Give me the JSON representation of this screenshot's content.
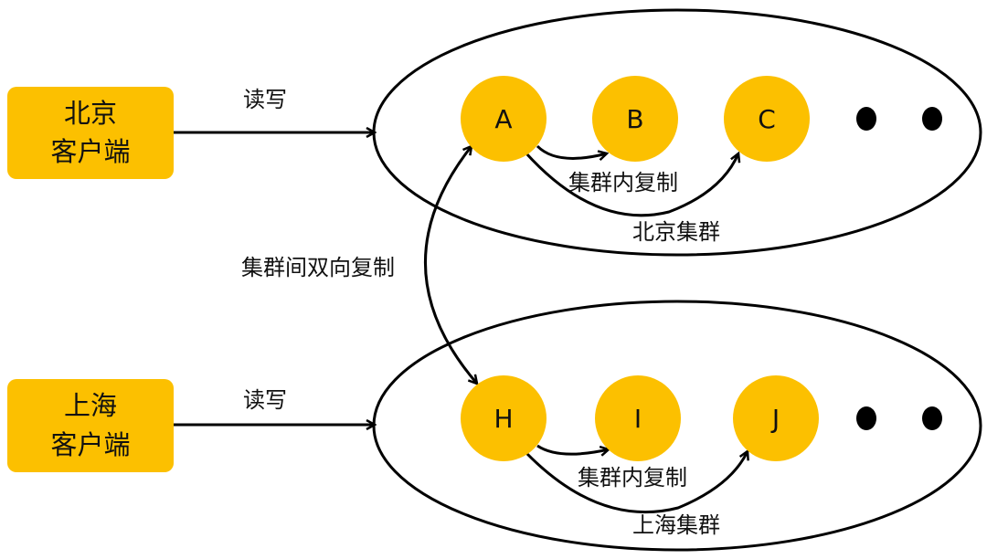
{
  "colors": {
    "node_fill": "#fcc000",
    "line": "#000000",
    "text": "#111111",
    "background": "#ffffff"
  },
  "clients": {
    "beijing": {
      "line1": "北京",
      "line2": "客户端"
    },
    "shanghai": {
      "line1": "上海",
      "line2": "客户端"
    }
  },
  "edges": {
    "rw_beijing": "读写",
    "rw_shanghai": "读写",
    "inter_cluster": "集群间双向复制",
    "intra_beijing": "集群内复制",
    "intra_shanghai": "集群内复制"
  },
  "clusters": {
    "beijing": {
      "name": "北京集群",
      "nodes": [
        "A",
        "B",
        "C"
      ]
    },
    "shanghai": {
      "name": "上海集群",
      "nodes": [
        "H",
        "I",
        "J"
      ]
    }
  }
}
